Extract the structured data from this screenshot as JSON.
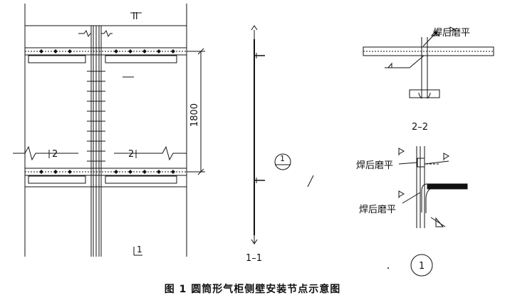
{
  "caption": "图 1   圆筒形气柜侧壁安装节点示意图",
  "main_view": {
    "section_mark_top": "II",
    "section_mark_bottom": "1",
    "dimension": "1800",
    "section_left": "2",
    "section_right": "2"
  },
  "section_1_1": {
    "title": "1–1",
    "detail_ref": "1"
  },
  "section_2_2": {
    "title": "2–2",
    "note": "焊后磨平"
  },
  "detail_1": {
    "label": "1",
    "note_upper": "焊后磨平",
    "note_lower": "焊后磨平"
  }
}
